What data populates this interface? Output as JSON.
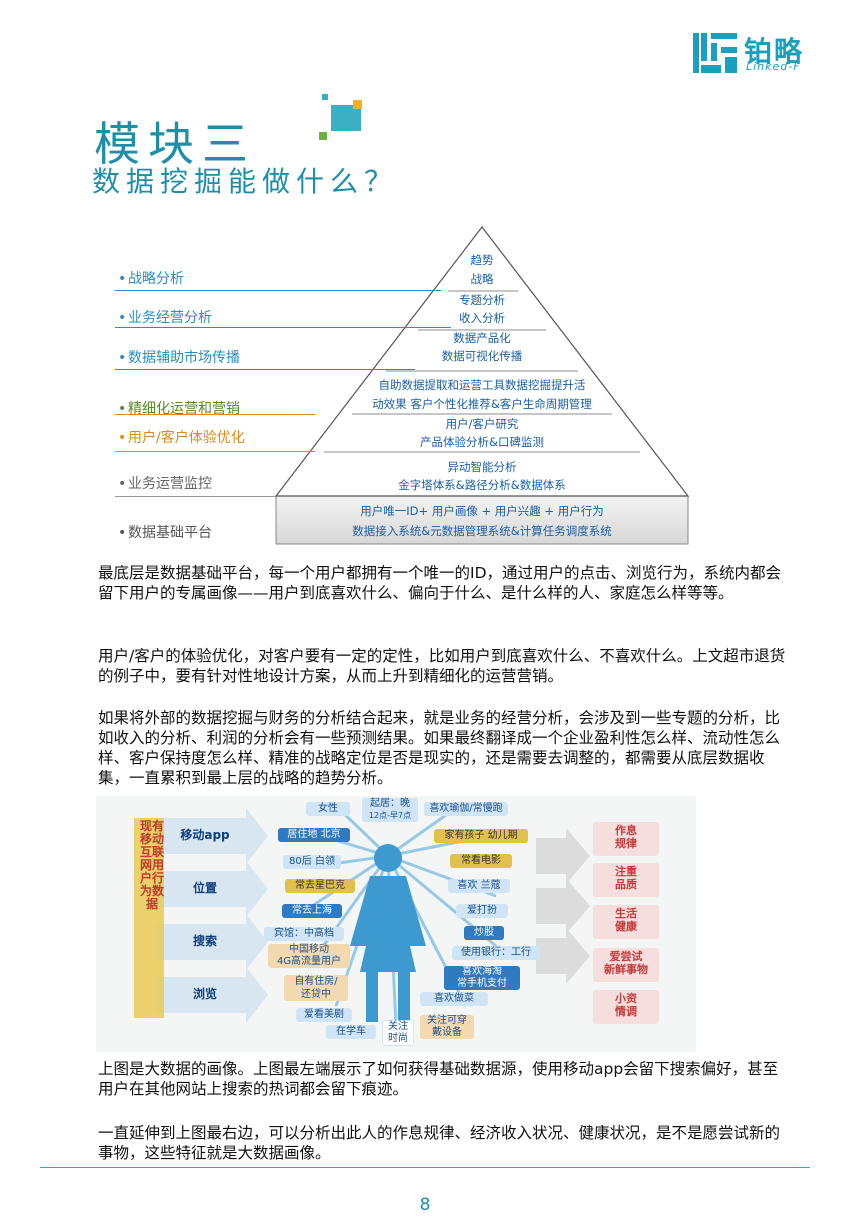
{
  "logo": {
    "name_cn": "铂略",
    "name_en": "Linked-F"
  },
  "title": {
    "main": "模块三",
    "sub": "数据挖掘能做什么？"
  },
  "pyramid": {
    "levels": [
      {
        "label": "战略分析",
        "color": "#2a8ec1",
        "lines": [
          "趋势",
          "战略"
        ]
      },
      {
        "label": "业务经营分析",
        "color": "#2a8ec1",
        "lines": [
          "专题分析",
          "收入分析"
        ]
      },
      {
        "label": "数据辅助市场传播",
        "color": "#2a8ec1",
        "lines": [
          "数据产品化",
          "数据可视化传播"
        ]
      },
      {
        "label": "精细化运营和营销",
        "color": "#5a8a1e",
        "lines": [
          "自助数据提取和运营工具数据挖掘提升活",
          "动效果 客户个性化推荐&客户生命周期管理"
        ]
      },
      {
        "label": "用户/客户体验优化",
        "color": "#e08a1a",
        "lines": [
          "用户/客户研究",
          "产品体验分析&口碑监测"
        ]
      },
      {
        "label": "业务运营监控",
        "color": "#666666",
        "lines": [
          "异动智能分析",
          "金字塔体系&路径分析&数据体系"
        ]
      },
      {
        "label": "数据基础平台",
        "color": "#555555",
        "lines": [
          "用户唯一ID+ 用户画像 + 用户兴趣 + 用户行为",
          "数据接入系统&元数据管理系统&计算任务调度系统"
        ]
      }
    ]
  },
  "paragraphs": [
    "最底层是数据基础平台，每一个用户都拥有一个唯一的ID，通过用户的点击、浏览行为，系统内都会留下用户的专属画像——用户到底喜欢什么、偏向于什么、是什么样的人、家庭怎么样等等。",
    "用户/客户的体验优化，对客户要有一定的定性，比如用户到底喜欢什么、不喜欢什么。上文超市退货的例子中，要有针对性地设计方案，从而上升到精细化的运营营销。",
    "如果将外部的数据挖掘与财务的分析结合起来，就是业务的经营分析，会涉及到一些专题的分析，比如收入的分析、利润的分析会有一些预测结果。如果最终翻译成一个企业盈利性怎么样、流动性怎么样、客户保持度怎么样、精准的战略定位是否是现实的，还是需要去调整的，都需要从底层数据收集，一直累积到最上层的战略的趋势分析。",
    "上图是大数据的画像。上图最左端展示了如何获得基础数据源，使用移动app会留下搜索偏好，甚至用户在其他网站上搜索的热词都会留下痕迹。",
    "一直延伸到上图最右边，可以分析出此人的作息规律、经济收入状况、健康状况，是不是愿尝试新的事物，这些特征就是大数据画像。"
  ],
  "bigdata": {
    "vertical_title": "现有移动互联网用户行为数据",
    "sources": [
      "移动app",
      "位置",
      "搜索",
      "浏览"
    ],
    "tags_left": [
      "女性",
      "居住地 北京",
      "80后 白领",
      "常去星巴克",
      "常去上海",
      "宾馆：中高档",
      "中国移动",
      "4G高流量用户",
      "自有住房/",
      "还贷中",
      "爱看美剧",
      "在学车"
    ],
    "tags_top": [
      "起居：晚",
      "12点-早7点",
      "喜欢瑜伽/常慢跑"
    ],
    "tags_right": [
      "家有孩子 幼儿期",
      "常看电影",
      "喜欢 兰蔻",
      "爱打扮",
      "炒股",
      "使用银行：工行",
      "喜欢海淘",
      "常手机支付",
      "喜欢做菜",
      "关注可穿",
      "戴设备"
    ],
    "tags_bottom": [
      "关注",
      "时尚"
    ],
    "insights": [
      [
        "作息",
        "规律"
      ],
      [
        "注重",
        "品质"
      ],
      [
        "生活",
        "健康"
      ],
      [
        "爱尝试",
        "新鲜事物"
      ],
      [
        "小资",
        "情调"
      ]
    ]
  },
  "page_number": "8"
}
